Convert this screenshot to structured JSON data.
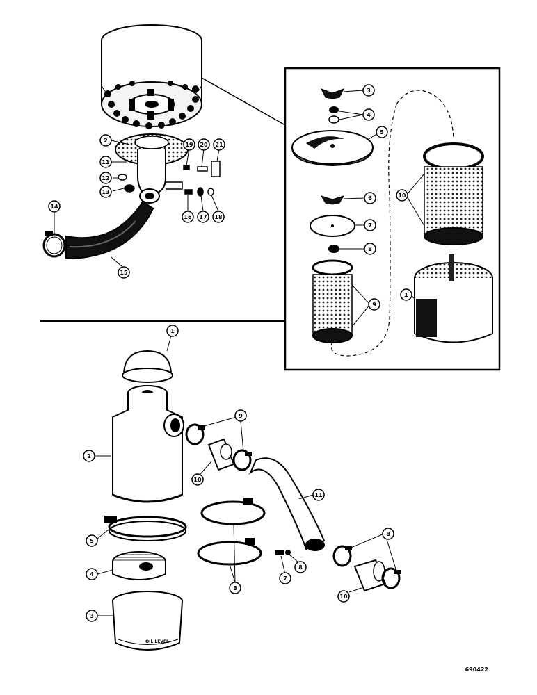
{
  "figure": {
    "reference_code": "690422",
    "oil_level_text": "OIL LEVEL"
  },
  "upper_left_callouts": [
    "2",
    "11",
    "12",
    "13",
    "14",
    "15",
    "16",
    "17",
    "18",
    "19",
    "20",
    "21"
  ],
  "inset_callouts": [
    "3",
    "4",
    "5",
    "6",
    "7",
    "8",
    "9",
    "10",
    "1"
  ],
  "lower_callouts": [
    "1",
    "2",
    "5",
    "4",
    "3",
    "9",
    "10",
    "11",
    "8",
    "7",
    "8",
    "8",
    "10"
  ]
}
